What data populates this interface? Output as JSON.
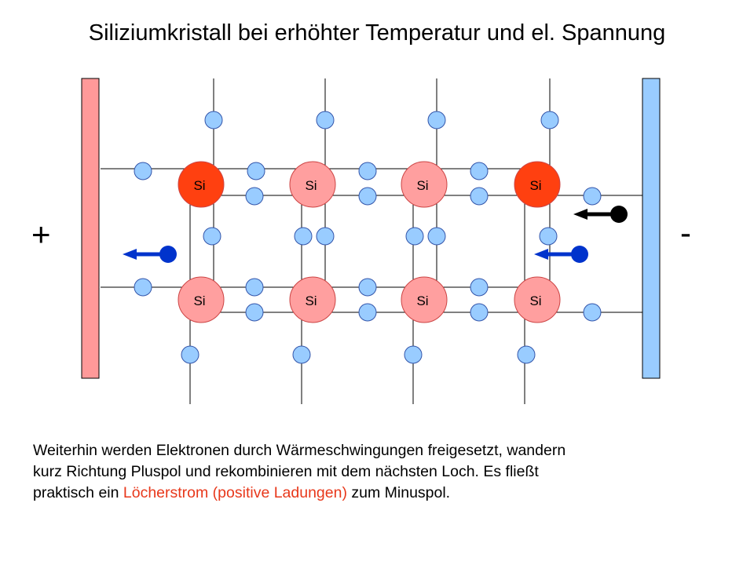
{
  "title": "Siliziumkristall bei erhöhter Temperatur und el. Spannung",
  "atom_label": "Si",
  "poles": {
    "plus": "+",
    "minus": "-"
  },
  "caption": {
    "line1": "Weiterhin werden Elektronen durch Wärmeschwingungen freigesetzt, wandern",
    "line2": "kurz Richtung Pluspol und rekombinieren mit dem nächsten Loch. Es fließt",
    "line3_before": "praktisch ein ",
    "line3_highlight": "Löcherstrom (positive Ladungen)",
    "line3_after": " zum Minuspol."
  },
  "colors": {
    "plus_electrode": "#ff9999",
    "minus_electrode": "#99ccff",
    "atom": "#ff9f9f",
    "atom_hole": "#ff4010",
    "electron": "#99ccff",
    "arrow": "#0033cc",
    "arrow_minus": "#000000",
    "highlight_text": "#e8381b"
  }
}
